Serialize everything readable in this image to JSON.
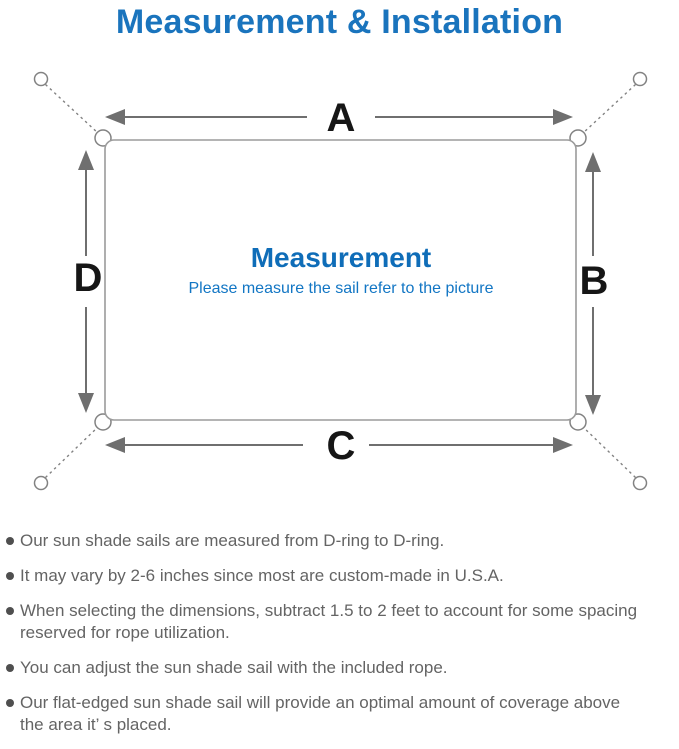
{
  "title": "Measurement & Installation",
  "diagram": {
    "labels": {
      "top": "A",
      "right": "B",
      "bottom": "C",
      "left": "D"
    },
    "center_title": "Measurement",
    "center_subtitle": "Please measure the sail refer to the picture"
  },
  "notes": [
    {
      "lines": [
        "Our sun shade sails are measured from D-ring to D-ring."
      ]
    },
    {
      "lines": [
        "It may vary by 2-6 inches since most are custom-made in U.S.A."
      ]
    },
    {
      "lines": [
        "When selecting the dimensions, subtract 1.5 to 2 feet to account for some spacing",
        "reserved for rope utilization."
      ]
    },
    {
      "lines": [
        "You can adjust the sun shade sail with the included rope."
      ]
    },
    {
      "lines": [
        "Our flat-edged sun shade sail will provide an optimal amount of coverage above",
        "the area it’ s placed."
      ]
    }
  ],
  "colors": {
    "title_blue": "#1a74bd",
    "center_heading_blue": "#0f6db8",
    "center_subtitle_blue": "#1276c4",
    "sail_outline_gray": "#9b9b9b",
    "arrow_gray": "#6f6f6f",
    "dim_label_black": "#161616",
    "note_text_gray": "#646464"
  }
}
